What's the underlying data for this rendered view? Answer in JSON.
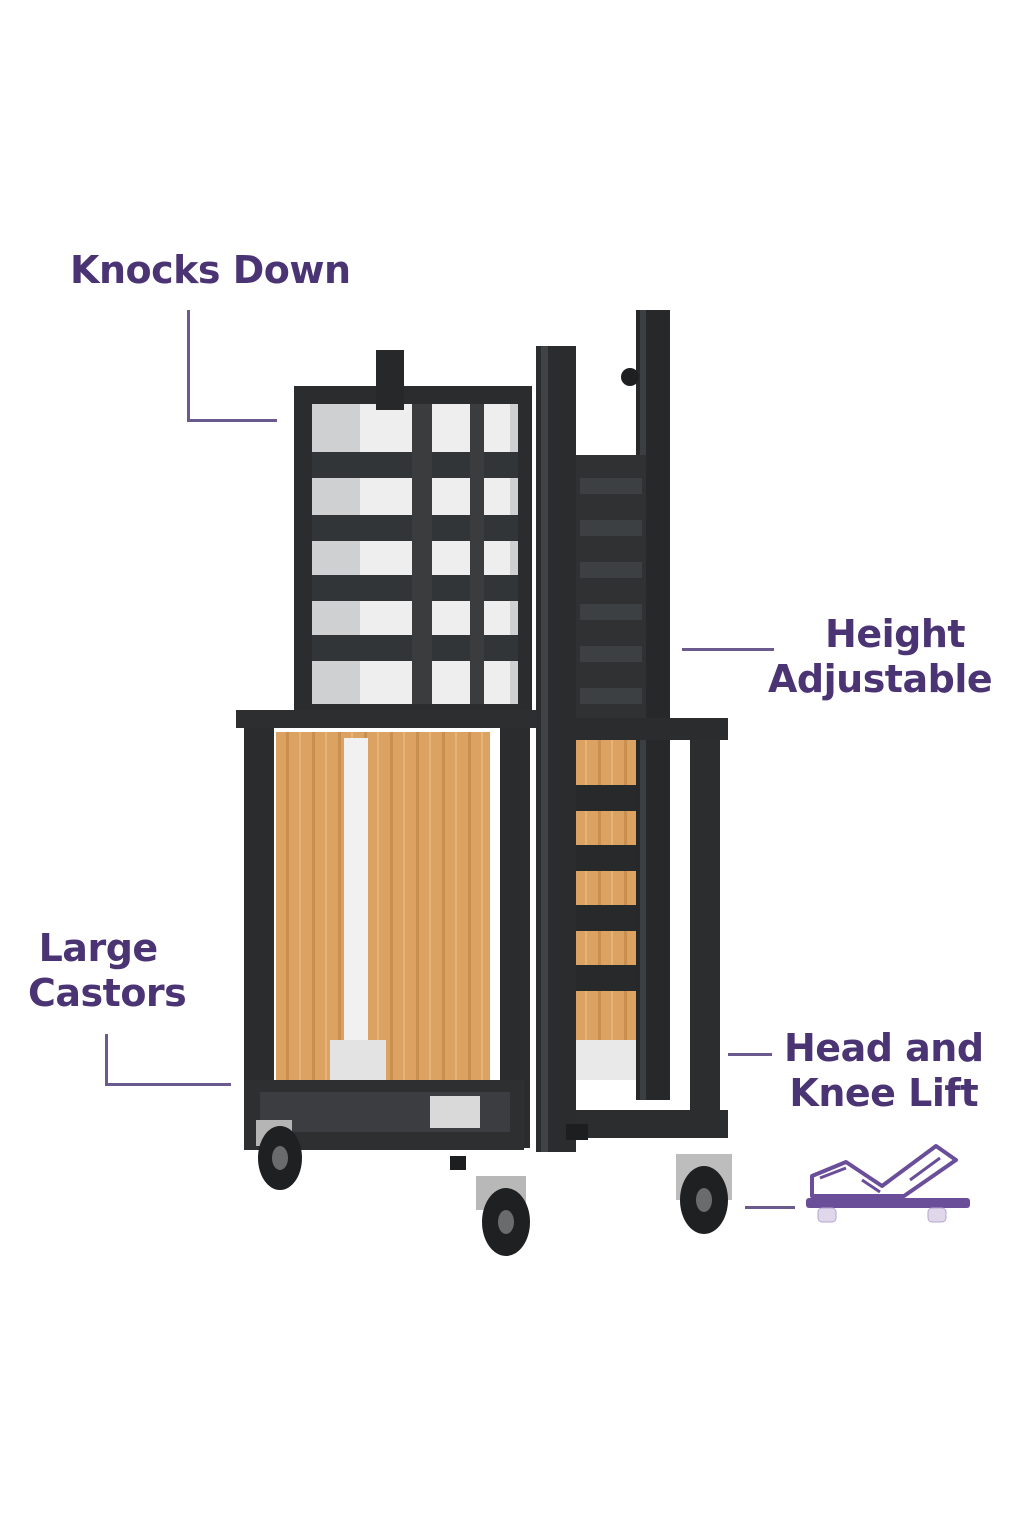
{
  "labels": {
    "knocks_down": "Knocks Down",
    "height_line1": "Height",
    "height_line2": "Adjustable",
    "castors_line1": "Large",
    "castors_line2": "Castors",
    "lift_line1": "Head and",
    "lift_line2": "Knee Lift"
  },
  "colors": {
    "label_text": "#4b3473",
    "leader_line": "#6b5a8e",
    "frame": "#2b2d2f",
    "wood_panel": "#d9a05b"
  },
  "icons": [
    "adjustable-bed-icon"
  ]
}
